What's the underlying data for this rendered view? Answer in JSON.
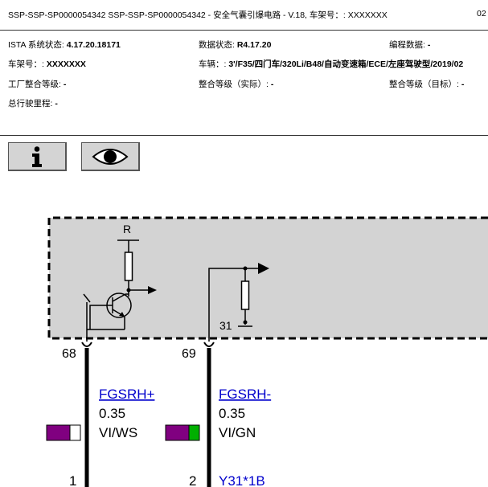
{
  "header": {
    "title": "SSP-SSP-SP0000054342 SSP-SSP-SP0000054342 - 安全气囊引爆电路 - V.18, 车架号：: XXXXXXX",
    "page": "02"
  },
  "info": {
    "ista_label": "ISTA 系统状态: ",
    "ista_value": "4.17.20.18171",
    "data_label": "数据状态: ",
    "data_value": "R4.17.20",
    "prog_label": "编程数据: ",
    "prog_value": "-",
    "vin_label": "车架号：: ",
    "vin_value": "XXXXXXX",
    "vehicle_label": "车辆：: ",
    "vehicle_value": "3'/F35/四门车/320Li/B48/自动变速箱/ECE/左座驾驶型/2019/02",
    "factory_label": "工厂整合等级: ",
    "factory_value": "-",
    "actual_label": "整合等级（实际）: ",
    "actual_value": "-",
    "target_label": "整合等级（目标）: ",
    "target_value": "-",
    "mileage_label": "总行驶里程: ",
    "mileage_value": "-"
  },
  "toolbar": {
    "info_icon": "info-icon",
    "eye_icon": "eye-icon"
  },
  "diagram": {
    "supply_label": "R",
    "ground_label": "31",
    "pin_left": "68",
    "pin_right": "69",
    "wire_left": {
      "signal": "FGSRH+",
      "size": "0.35",
      "color_code": "VI/WS",
      "color_main": "#800080",
      "color_stripe": "#ffffff"
    },
    "wire_right": {
      "signal": "FGSRH-",
      "size": "0.35",
      "color_code": "VI/GN",
      "color_main": "#800080",
      "color_stripe": "#00b000"
    },
    "conn_pin_left": "1",
    "conn_pin_right": "2",
    "connector": "Y31*1B",
    "module_fill": "#d3d3d3",
    "link_color": "#0000cc"
  }
}
